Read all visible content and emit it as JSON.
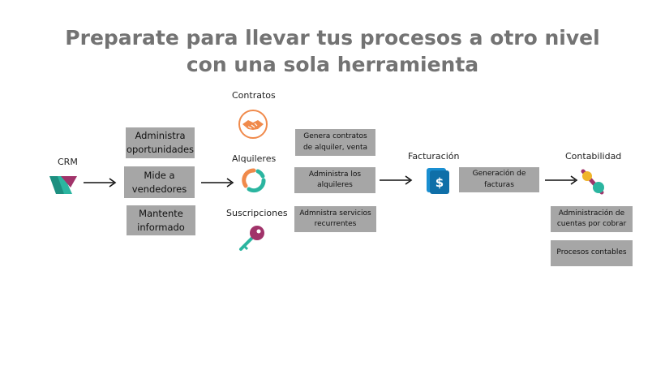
{
  "title": {
    "line1": "Preparate para llevar tus procesos a otro nivel",
    "line2": "con una sola herramienta"
  },
  "crm": {
    "label": "CRM"
  },
  "crm_boxes": [
    "Administra oportunidades",
    "Mide  a vendedores",
    "Mantente informado"
  ],
  "modules": {
    "contratos": "Contratos",
    "alquileres": "Alquileres",
    "suscripciones": "Suscripciones"
  },
  "module_boxes": [
    "Genera contratos de alquiler, venta",
    "Administra los alquileres",
    "Admnistra servicios recurrentes"
  ],
  "facturacion": {
    "label": "Facturación",
    "box": "Generación de facturas"
  },
  "contabilidad": {
    "label": "Contabilidad",
    "boxes": [
      "Administración de cuentas por cobrar",
      "Procesos contables"
    ]
  },
  "colors": {
    "title": "#737373",
    "box": "#a6a6a6",
    "orange": "#f08a4b",
    "teal": "#2bb5a0",
    "purple": "#a1336a",
    "blue": "#1a8fd1"
  }
}
